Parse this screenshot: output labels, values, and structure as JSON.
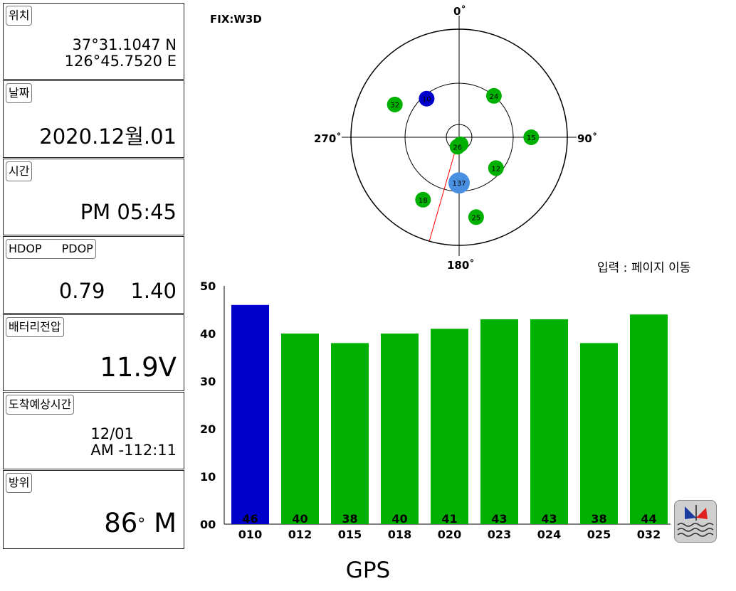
{
  "panels": {
    "position": {
      "label": "위치",
      "lat": "37°31.1047 N",
      "lon": "126°45.7520 E"
    },
    "date": {
      "label": "날짜",
      "value": "2020.12월.01"
    },
    "time": {
      "label": "시간",
      "value": "PM 05:45"
    },
    "dop": {
      "label_hdop": "HDOP",
      "label_pdop": "PDOP",
      "hdop": "0.79",
      "pdop": "1.40"
    },
    "battery": {
      "label": "배터리전압",
      "value": "11.9V"
    },
    "eta": {
      "label": "도착예상시간",
      "date": "12/01",
      "time": "AM -112:11"
    },
    "heading": {
      "label": "방위",
      "value": "86",
      "unit": "°",
      "mode": "M"
    }
  },
  "fix_status": "FIX:W3D",
  "hint": "입력 : 페이지 이동",
  "page_title": "GPS",
  "skyplot": {
    "labels": {
      "north": "0˚",
      "east": "90˚",
      "south": "180˚",
      "west": "270˚"
    },
    "satellites": [
      {
        "prn": "32",
        "az": 297,
        "el": 30,
        "color": "#00b000"
      },
      {
        "prn": "10",
        "az": 320,
        "el": 48,
        "color": "#0000cc"
      },
      {
        "prn": "24",
        "az": 40,
        "el": 45,
        "color": "#00b000"
      },
      {
        "prn": "15",
        "az": 90,
        "el": 30,
        "color": "#00b000"
      },
      {
        "prn": "23",
        "az": 168,
        "el": 84,
        "color": "#00b000"
      },
      {
        "prn": "26",
        "az": 190,
        "el": 82,
        "color": "#00b000"
      },
      {
        "prn": "12",
        "az": 130,
        "el": 50,
        "color": "#00b000"
      },
      {
        "prn": "137",
        "az": 180,
        "el": 52,
        "color": "#4a90e2"
      },
      {
        "prn": "18",
        "az": 210,
        "el": 30,
        "color": "#00b000"
      },
      {
        "prn": "25",
        "az": 168,
        "el": 22,
        "color": "#00b000"
      }
    ],
    "course_line_az": 196,
    "course_color": "#ff0000"
  },
  "chart_data": {
    "type": "bar",
    "categories": [
      "010",
      "012",
      "015",
      "018",
      "020",
      "023",
      "024",
      "025",
      "032"
    ],
    "values": [
      46,
      40,
      38,
      40,
      41,
      43,
      43,
      38,
      44
    ],
    "colors": [
      "#0000cc",
      "#00b000",
      "#00b000",
      "#00b000",
      "#00b000",
      "#00b000",
      "#00b000",
      "#00b000",
      "#00b000"
    ],
    "ylim": [
      0,
      50
    ],
    "yticks": [
      "00",
      "10",
      "20",
      "30",
      "40",
      "50"
    ],
    "grid": false
  }
}
